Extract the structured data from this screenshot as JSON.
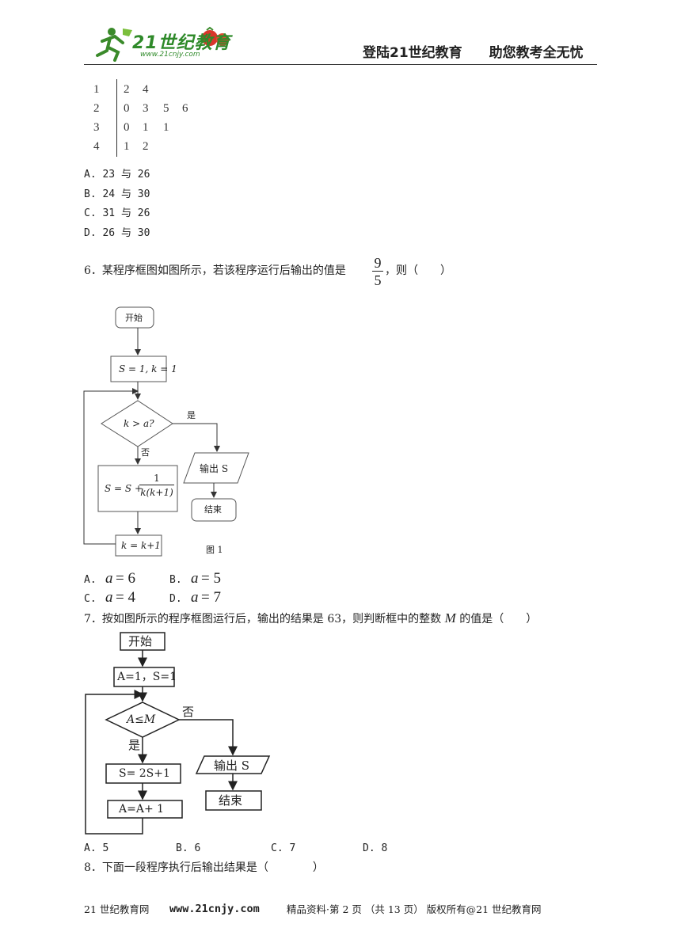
{
  "header": {
    "logo_text": "21世纪教育",
    "logo_url": "www.21cnjy.com",
    "right": "登陆21世纪教育　　助您教考全无忧"
  },
  "stem_leaf": {
    "rows": [
      {
        "stem": "1",
        "leaves": [
          "2",
          "4"
        ]
      },
      {
        "stem": "2",
        "leaves": [
          "0",
          "3",
          "5",
          "6"
        ]
      },
      {
        "stem": "3",
        "leaves": [
          "0",
          "1",
          "1"
        ]
      },
      {
        "stem": "4",
        "leaves": [
          "1",
          "2"
        ]
      }
    ]
  },
  "q5": {
    "options": [
      "A. 23 与 26",
      "B. 24 与 30",
      "C. 31 与 26",
      "D. 26 与 30"
    ]
  },
  "q6": {
    "question_prefix": "6．某程序框图如图所示，若该程序运行后输出的值是",
    "frac_num": "9",
    "frac_den": "5",
    "question_suffix": "，则（　　）",
    "flow": {
      "start": "开始",
      "init": "S = 1, k = 1",
      "cond": "k > a?",
      "yes": "是",
      "no": "否",
      "output": "输出 S",
      "end": "结束",
      "update_lhs": "S = S +",
      "update_num": "1",
      "update_den": "k(k+1)",
      "inc": "k = k+1",
      "caption": "图 1"
    },
    "options": [
      {
        "label": "A.",
        "var": "a",
        "value": "= 6"
      },
      {
        "label": "B.",
        "var": "a",
        "value": "= 5"
      },
      {
        "label": "C.",
        "var": "a",
        "value": "= 4"
      },
      {
        "label": "D.",
        "var": "a",
        "value": "= 7"
      }
    ]
  },
  "q7": {
    "question_prefix": "7．按如图所示的程序框图运行后，输出的结果是 63，则判断框中的整数",
    "var": "M",
    "question_suffix": "的值是（　　）",
    "flow": {
      "start": "开始",
      "init": "A=1，S=1",
      "cond": "A≤M",
      "no": "否",
      "yes": "是",
      "output": "输出 S",
      "step1": "S= 2S+1",
      "end": "结束",
      "step2": "A=A+ 1"
    },
    "options": [
      "A. 5",
      "B. 6",
      "C. 7",
      "D. 8"
    ]
  },
  "q8": {
    "question": "8．下面一段程序执行后输出结果是（　　　　）"
  },
  "footer": {
    "left": "21 世纪教育网",
    "url": "www.21cnjy.com",
    "right": "精品资料·第 2 页 （共 13 页） 版权所有@21 世纪教育网"
  }
}
